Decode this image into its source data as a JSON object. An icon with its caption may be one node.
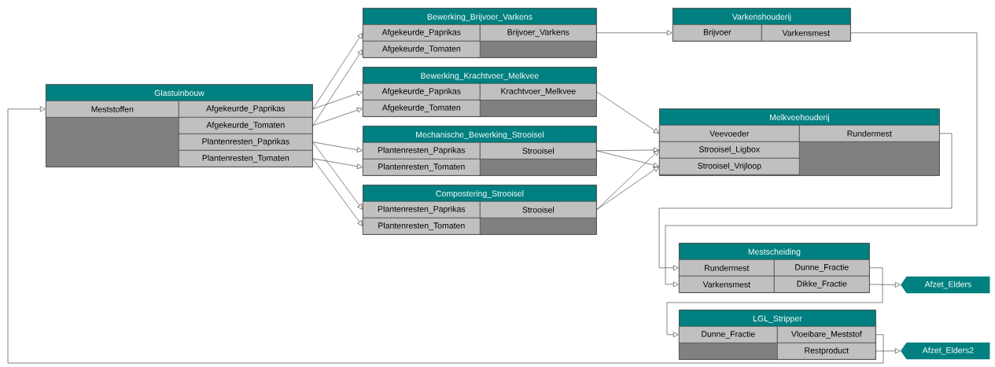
{
  "diagram": {
    "nodes": [
      {
        "text": [
          "Glastuinbouw"
        ]
      },
      {
        "text": [
          "Meststoffen"
        ],
        "in": 0
      },
      {
        "text": [
          "Afgekeurde_Paprikas"
        ],
        "in": 0
      },
      {
        "text": [
          "Afgekeurde_Tomaten"
        ],
        "in": 0
      },
      {
        "text": [
          "Plantenresten_Paprikas"
        ],
        "in": 0
      },
      {
        "text": [
          "Plantenresten_Tomaten"
        ],
        "in": 0
      },
      {
        "text": [
          "Bewerking_Brijvoer_Varkens"
        ]
      },
      {
        "text": [
          "Afgekeurde_Paprikas"
        ],
        "in": 6
      },
      {
        "text": [
          "Brijvoer_Varkens"
        ],
        "in": 6
      },
      {
        "text": [
          "Afgekeurde_Tomaten"
        ],
        "in": 6
      },
      {
        "text": [
          "Bewerking_Krachtvoer_Melkvee"
        ]
      },
      {
        "text": [
          "Afgekeurde_Paprikas"
        ],
        "in": 10
      },
      {
        "text": [
          "Krachtvoer_Melkvee"
        ],
        "in": 10
      },
      {
        "text": [
          "Afgekeurde_Tomaten"
        ],
        "in": 10
      },
      {
        "text": [
          "Mechanische_Bewerking_Strooisel"
        ]
      },
      {
        "text": [
          "Plantenresten_Paprikas"
        ],
        "in": 14
      },
      {
        "text": [
          "Strooisel"
        ],
        "in": 14
      },
      {
        "text": [
          "Plantenresten_Tomaten"
        ],
        "in": 14
      },
      {
        "text": [
          "Compostering_Strooisel"
        ]
      },
      {
        "text": [
          "Plantenresten_Paprikas"
        ],
        "in": 18
      },
      {
        "text": [
          "Strooisel"
        ],
        "in": 18
      },
      {
        "text": [
          "Plantenresten_Tomaten"
        ],
        "in": 18
      },
      {
        "text": [
          "Varkenshouderij"
        ]
      },
      {
        "text": [
          "Brijvoer"
        ],
        "in": 22
      },
      {
        "text": [
          "Varkensmest"
        ],
        "in": 22
      },
      {
        "text": [
          "Melkveehouderij"
        ]
      },
      {
        "text": [
          "Veevoeder"
        ],
        "in": 25
      },
      {
        "text": [
          "Rundermest"
        ],
        "in": 25
      },
      {
        "text": [
          "Strooisel_Ligbox"
        ],
        "in": 25
      },
      {
        "text": [
          "Strooisel_Vrijloop"
        ],
        "in": 25
      },
      {
        "text": [
          "Mestscheiding"
        ]
      },
      {
        "text": [
          "Rundermest"
        ],
        "in": 30
      },
      {
        "text": [
          "Dunne_Fractie"
        ],
        "in": 30
      },
      {
        "text": [
          "Varkensmest"
        ],
        "in": 30
      },
      {
        "text": [
          "Dikke_Fractie"
        ],
        "in": 30
      },
      {
        "text": [
          "LGL_Stripper"
        ]
      },
      {
        "text": [
          "Dunne_Fractie"
        ],
        "in": 35
      },
      {
        "text": [
          "Vloeibare_Meststof"
        ],
        "in": 35
      },
      {
        "text": [
          "Restproduct"
        ],
        "in": 35
      },
      {
        "text": [
          "Afzet_Elders"
        ]
      },
      {
        "text": [
          "Afzet_Elders2"
        ]
      }
    ],
    "edges": [
      {
        "from": 37,
        "to": 1,
        "arrow": "to"
      },
      {
        "from": 2,
        "to": 7,
        "arrow": "to"
      },
      {
        "from": 2,
        "to": 11,
        "arrow": "to"
      },
      {
        "from": 3,
        "to": 9,
        "arrow": "to"
      },
      {
        "from": 3,
        "to": 13,
        "arrow": "to"
      },
      {
        "from": 4,
        "to": 15,
        "arrow": "to"
      },
      {
        "from": 4,
        "to": 19,
        "arrow": "to"
      },
      {
        "from": 5,
        "to": 17,
        "arrow": "to"
      },
      {
        "from": 5,
        "to": 21,
        "arrow": "to"
      },
      {
        "from": 8,
        "to": 23,
        "arrow": "to"
      },
      {
        "from": 12,
        "to": 26,
        "arrow": "to"
      },
      {
        "from": 16,
        "to": 28,
        "arrow": "to"
      },
      {
        "from": 16,
        "to": 29,
        "arrow": "to"
      },
      {
        "from": 20,
        "to": 28,
        "arrow": "to"
      },
      {
        "from": 20,
        "to": 29,
        "arrow": "to"
      },
      {
        "from": 27,
        "to": 31,
        "arrow": "to"
      },
      {
        "from": 24,
        "to": 33,
        "arrow": "to"
      },
      {
        "from": 32,
        "to": 36,
        "arrow": "to"
      },
      {
        "from": 34,
        "to": 39,
        "arrow": "to"
      },
      {
        "from": 38,
        "to": 40,
        "arrow": "to"
      }
    ]
  }
}
